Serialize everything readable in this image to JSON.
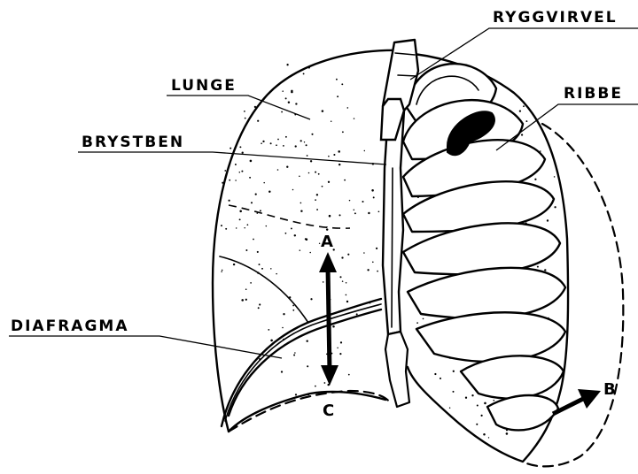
{
  "labels": {
    "ryggvirvel": "RYGGVIRVEL",
    "lunge": "LUNGE",
    "ribbe": "RIBBE",
    "brystben": "BRYSTBEN",
    "diafragma": "DIAFRAGMA"
  },
  "markers": {
    "a": "A",
    "b": "B",
    "c": "C"
  },
  "colors": {
    "ink": "#000000",
    "paper": "#ffffff"
  }
}
